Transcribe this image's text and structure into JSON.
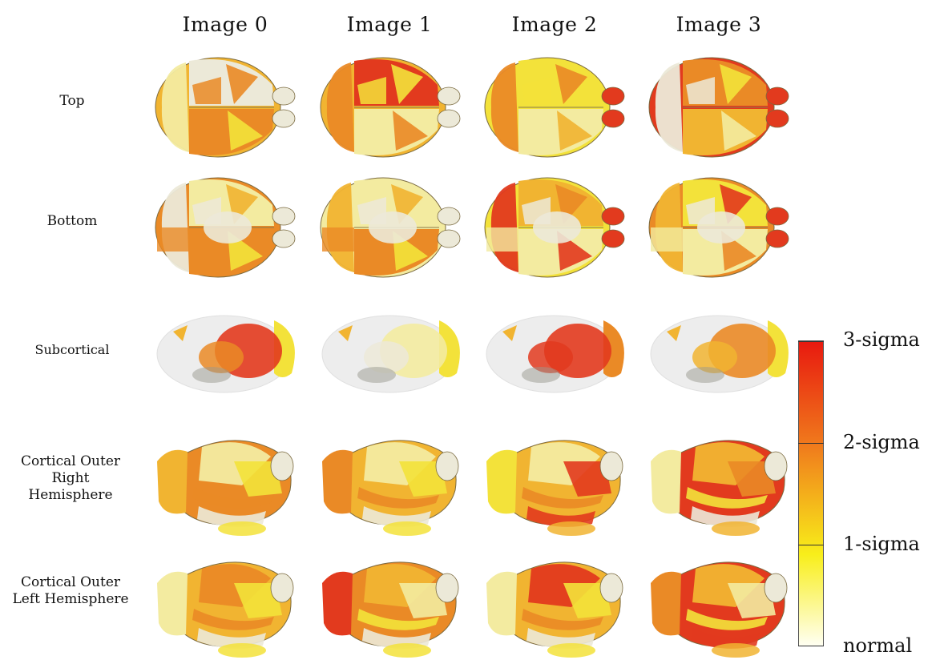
{
  "columns": [
    "Image 0",
    "Image 1",
    "Image 2",
    "Image 3"
  ],
  "rows": [
    {
      "label": "Top",
      "view": "top"
    },
    {
      "label": "Bottom",
      "view": "bottom"
    },
    {
      "label": "Subcortical",
      "view": "sub"
    },
    {
      "label": "Cortical Outer Right Hemisphere",
      "view": "side"
    },
    {
      "label": "Cortical Outer Left Hemisphere",
      "view": "side"
    }
  ],
  "colorbar": {
    "labels": [
      "3-sigma",
      "2-sigma",
      "1-sigma",
      "normal"
    ],
    "colors": [
      "#e8190f",
      "#f07a1c",
      "#f8ee1a",
      "#fffff2"
    ]
  },
  "palette": {
    "normal": "#ece9d8",
    "pale": "#f3eba0",
    "yellow": "#f3e23a",
    "amber": "#f1b431",
    "orange": "#ea8a26",
    "red": "#e23a1e"
  }
}
